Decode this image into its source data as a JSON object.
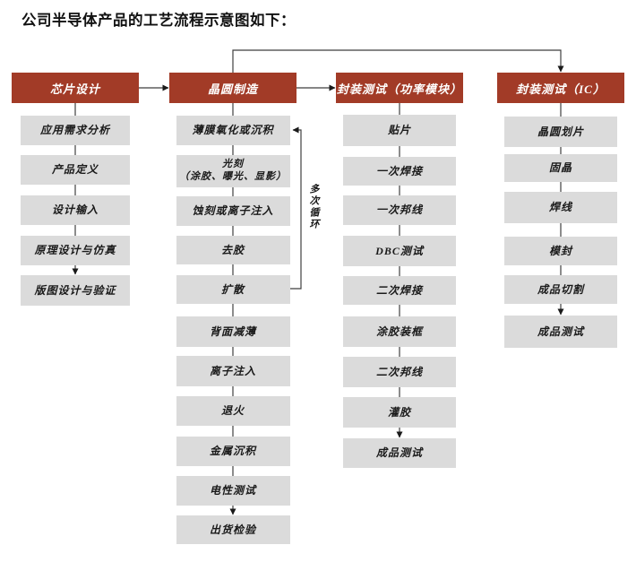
{
  "title": "公司半导体产品的工艺流程示意图如下：",
  "loop_label": "多次循环",
  "colors": {
    "header_bg": "#A23B27",
    "header_text": "#FFFFFF",
    "step_bg": "#DBDBDB",
    "step_text": "#1A1A1A",
    "line": "#3F3F3F"
  },
  "columns": [
    {
      "id": "chip-design",
      "header": "芯片设计",
      "steps": [
        "应用需求分析",
        "产品定义",
        "设计输入",
        "原理设计与仿真",
        "版图设计与验证"
      ]
    },
    {
      "id": "wafer-fab",
      "header": "晶圆制造",
      "steps": [
        "薄膜氧化或沉积",
        "光刻\n（涂胶、曝光、显影）",
        "蚀刻或离子注入",
        "去胶",
        "扩散",
        "背面减薄",
        "离子注入",
        "退火",
        "金属沉积",
        "电性测试",
        "出货检验"
      ]
    },
    {
      "id": "package-test-power-module",
      "header": "封装测试（功率模块）",
      "steps": [
        "贴片",
        "一次焊接",
        "一次邦线",
        "DBC测试",
        "二次焊接",
        "涂胶装框",
        "二次邦线",
        "灌胶",
        "成品测试"
      ]
    },
    {
      "id": "package-test-ic",
      "header": "封装测试（IC）",
      "steps": [
        "晶圆划片",
        "固晶",
        "焊线",
        "模封",
        "成品切割",
        "成品测试"
      ]
    }
  ],
  "connections": {
    "header_flow": [
      "芯片设计 → 晶圆制造",
      "晶圆制造 → 封装测试（功率模块）",
      "晶圆制造 → 封装测试（IC）"
    ],
    "loop": "扩散 → 薄膜氧化或沉积（多次循环）"
  }
}
